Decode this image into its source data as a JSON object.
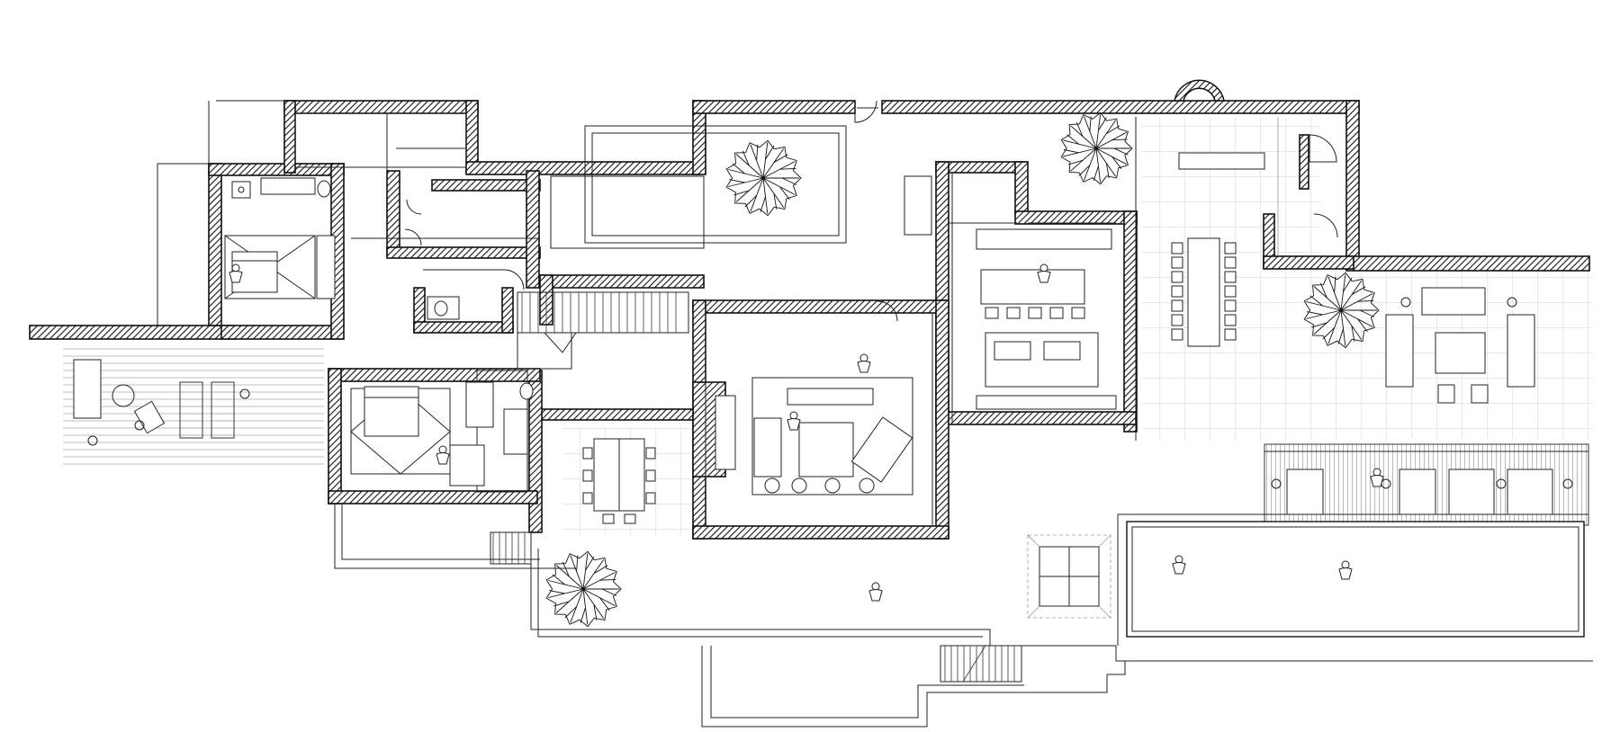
{
  "drawing": {
    "kind": "architectural floor plan",
    "labels": [],
    "colors": {
      "line": "#111111",
      "background": "#ffffff",
      "paving_grid": "#cfcfcf"
    },
    "symbols": [
      "hatched-wall",
      "tree",
      "bed",
      "dining-table",
      "sofa",
      "stair",
      "person-figure",
      "sun-lounger",
      "door-swing"
    ]
  }
}
